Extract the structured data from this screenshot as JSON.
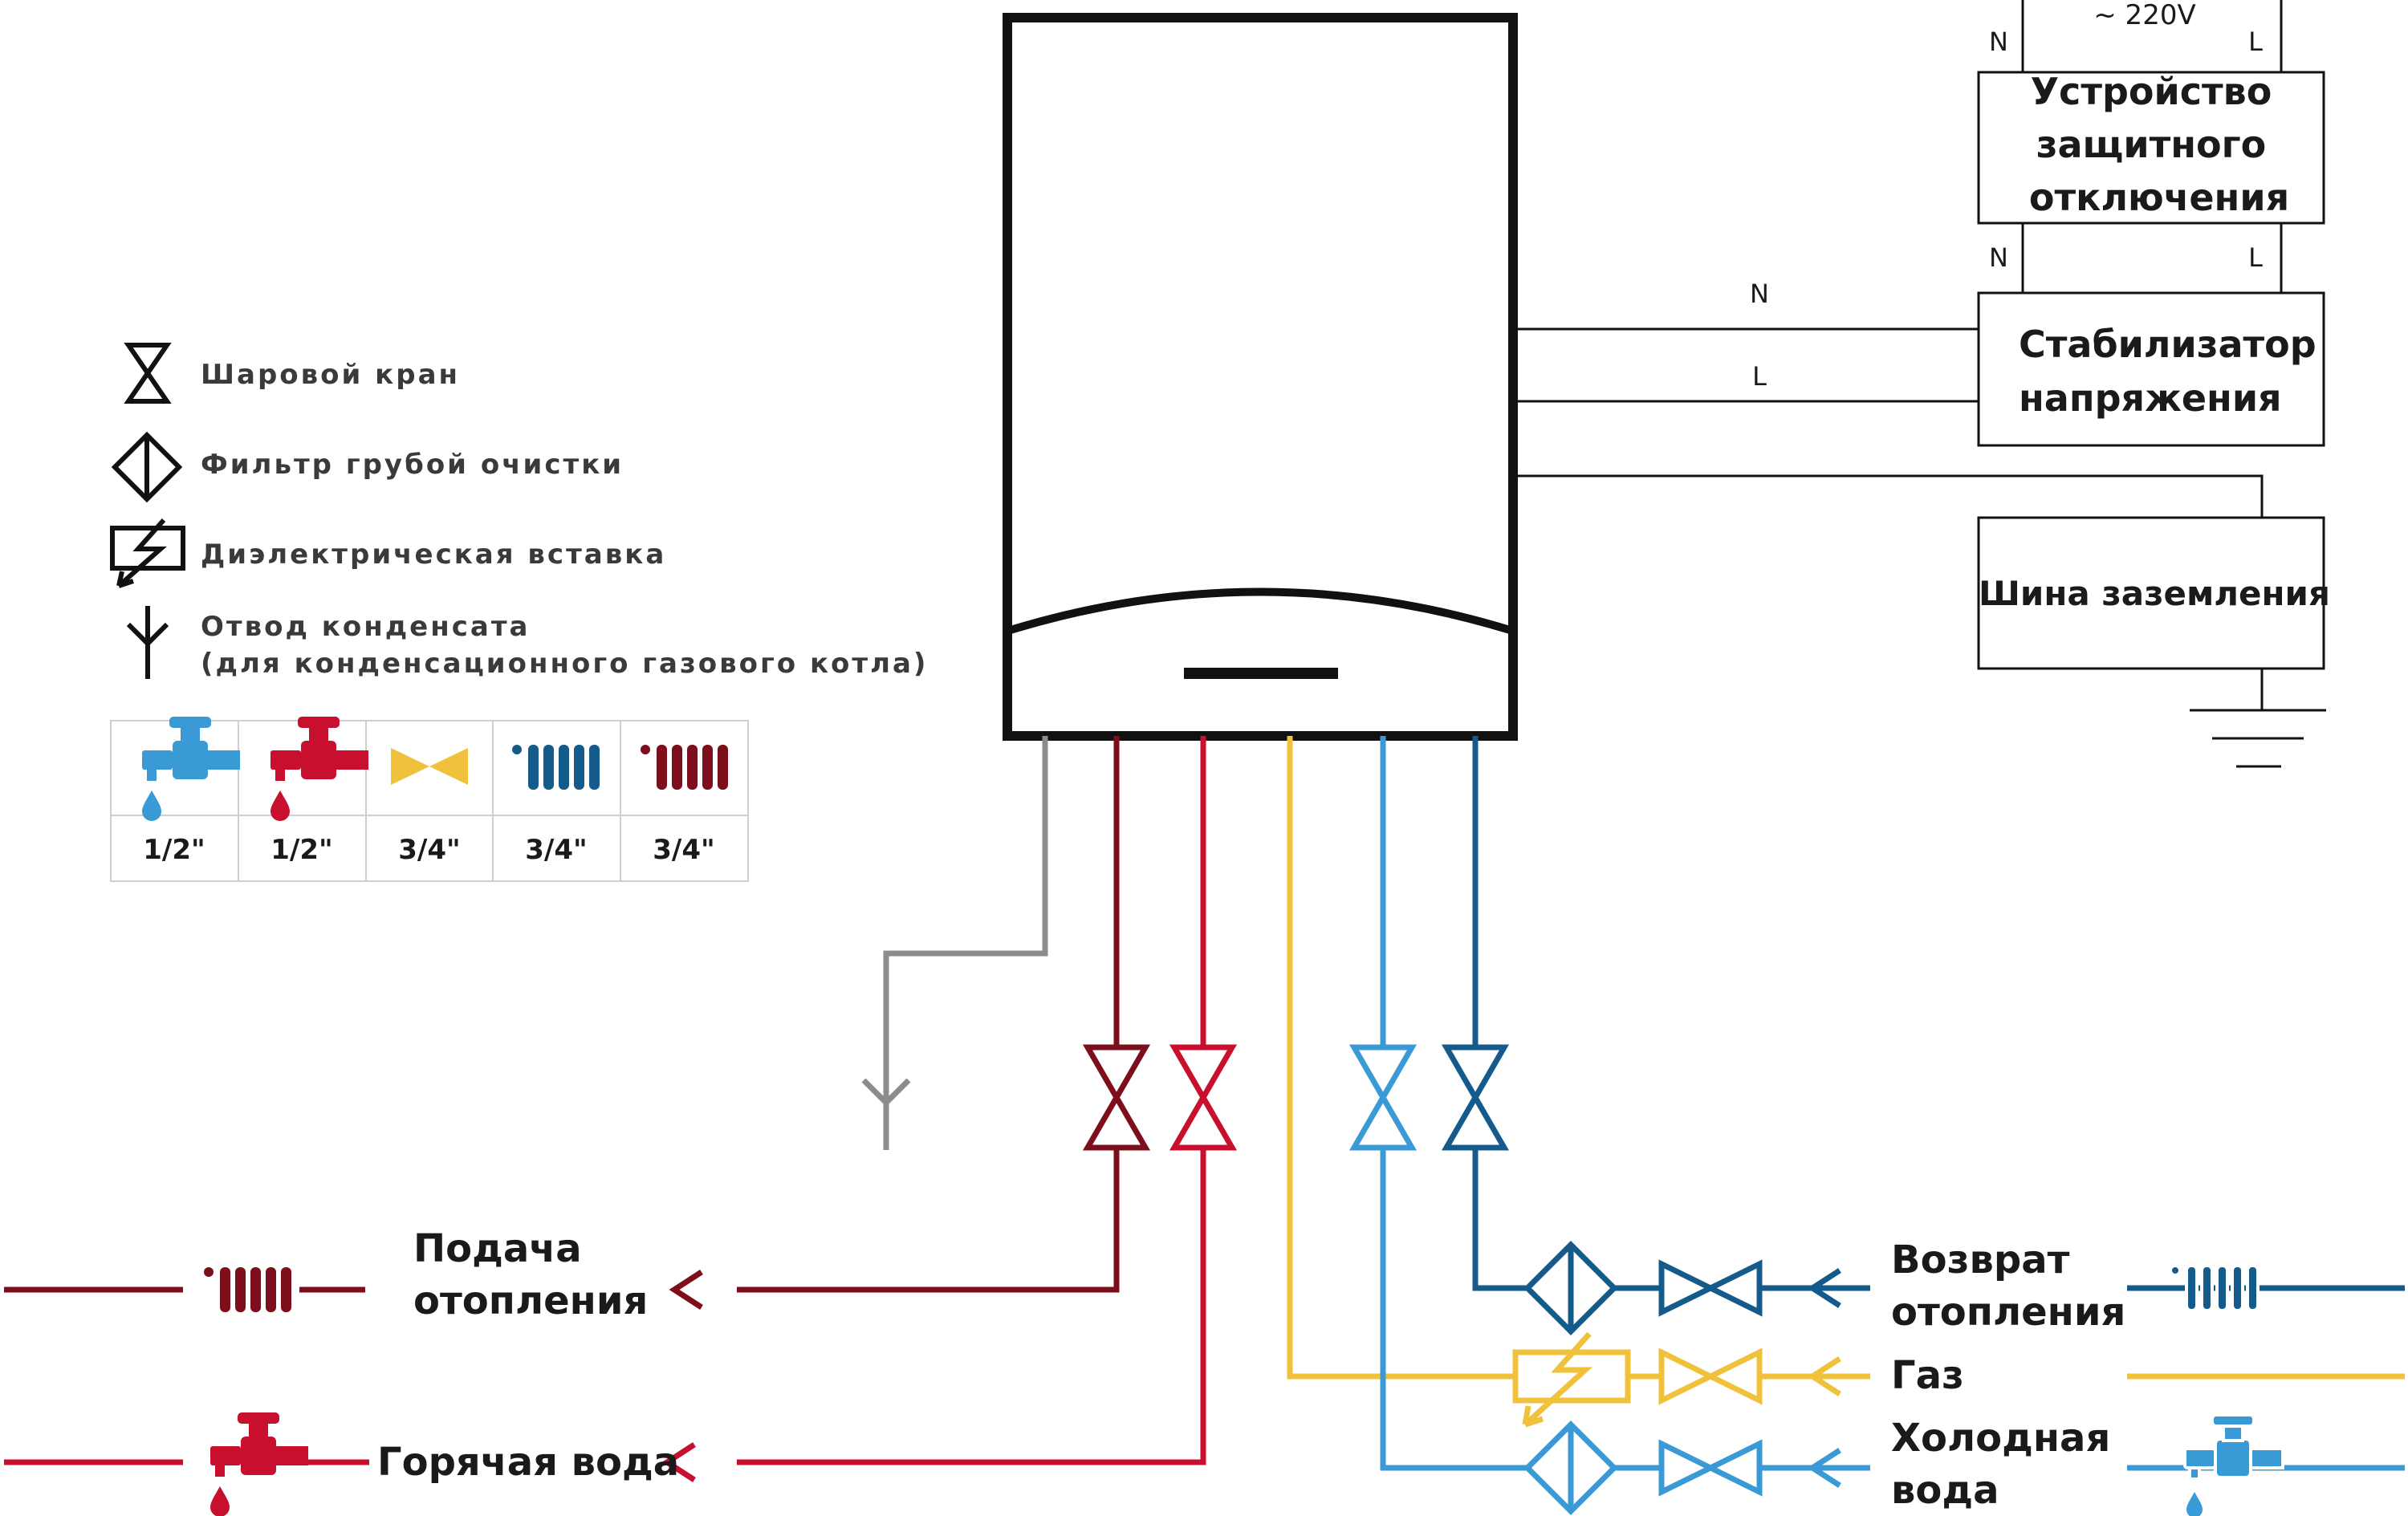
{
  "colors": {
    "heating_supply": "#7d0f1c",
    "hot_water": "#c8102e",
    "gas": "#f0c23c",
    "cold_water": "#3a9ad6",
    "heating_return": "#145b8c",
    "condensate": "#8c8c8c",
    "outline": "#111111"
  },
  "legend": {
    "ball_valve": "Шаровой кран",
    "filter": "Фильтр грубой очистки",
    "dielectric": "Диэлектрическая вставка",
    "condensate_line1": "Отвод конденсата",
    "condensate_line2": "(для конденсационного газового котла)"
  },
  "sizes": {
    "cold_water": "1/2\"",
    "hot_water": "1/2\"",
    "gas": "3/4\"",
    "heating_return": "3/4\"",
    "heating_supply": "3/4\""
  },
  "electrical": {
    "voltage": "~ 220V",
    "n": "N",
    "l": "L",
    "rcd_line1": "Устройство",
    "rcd_line2": "защитного",
    "rcd_line3": "отключения",
    "stabilizer_line1": "Стабилизатор",
    "stabilizer_line2": "напряжения",
    "ground_bus": "Шина заземления"
  },
  "pipes": {
    "heating_supply_line1": "Подача",
    "heating_supply_line2": "отопления",
    "hot_water": "Горячая вода",
    "heating_return_line1": "Возврат",
    "heating_return_line2": "отопления",
    "gas": "Газ",
    "cold_water_line1": "Холодная",
    "cold_water_line2": "вода"
  }
}
